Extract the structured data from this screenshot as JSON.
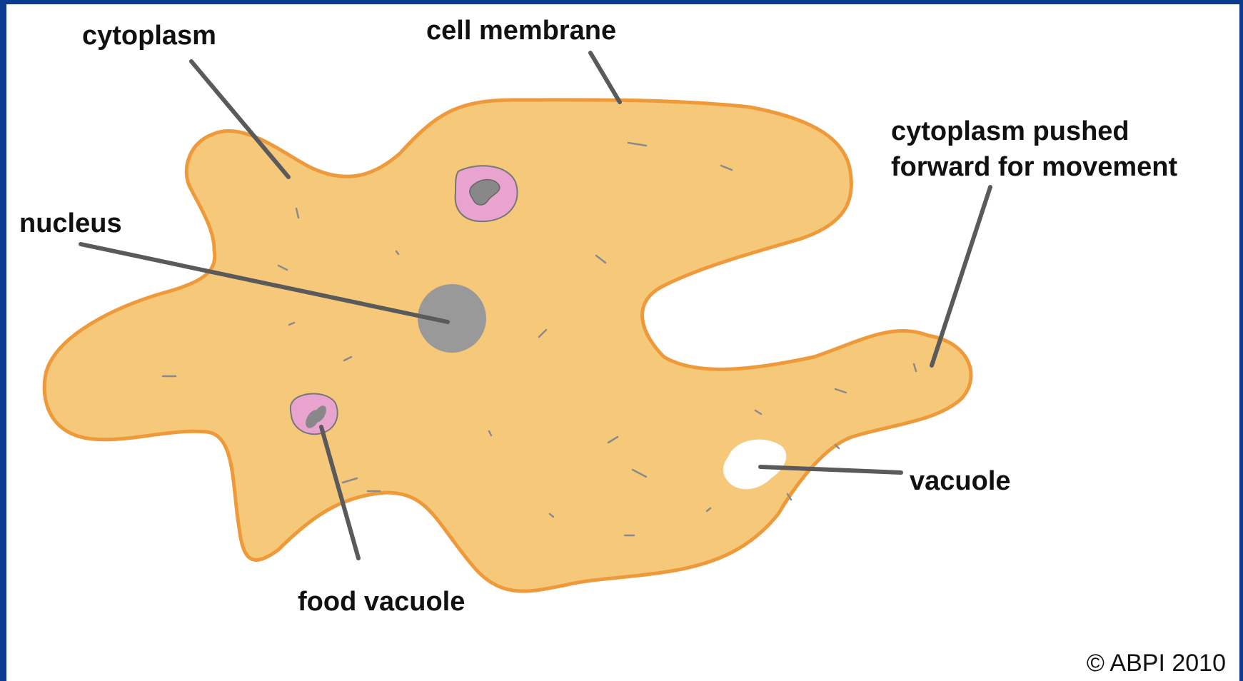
{
  "diagram": {
    "labels": {
      "cytoplasm": "cytoplasm",
      "cell_membrane": "cell membrane",
      "nucleus": "nucleus",
      "cytoplasm_pushed_line1": "cytoplasm pushed",
      "cytoplasm_pushed_line2": "forward for movement",
      "vacuole": "vacuole",
      "food_vacuole": "food vacuole"
    },
    "copyright": "© ABPI 2010"
  },
  "colors": {
    "background_border": "#0b3a8f",
    "cell_fill": "#f6c97a",
    "cell_outline": "#ee9a3a",
    "nucleus": "#999999",
    "food_vacuole": "#e8a3cf",
    "vacuole": "#ffffff",
    "leader_lines": "#5a5a5a"
  }
}
